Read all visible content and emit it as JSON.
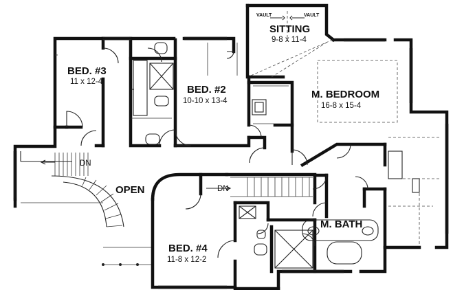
{
  "rooms": {
    "bed3": {
      "name": "BED. #3",
      "dims": "11 x 12-4"
    },
    "bed2": {
      "name": "BED. #2",
      "dims": "10-10 x 13-4"
    },
    "sitting": {
      "name": "SITTING",
      "dims": "9-8 x 11-4"
    },
    "master": {
      "name": "M. BEDROOM",
      "dims": "16-8 x 15-4"
    },
    "open": {
      "name": "OPEN"
    },
    "bed4": {
      "name": "BED. #4",
      "dims": "11-8 x 12-2"
    },
    "mbath": {
      "name": "M. BATH"
    }
  },
  "stair_labels": {
    "left": "DN",
    "center": "DN"
  },
  "vault_labels": {
    "left": "VAULT",
    "right": "VAULT"
  }
}
